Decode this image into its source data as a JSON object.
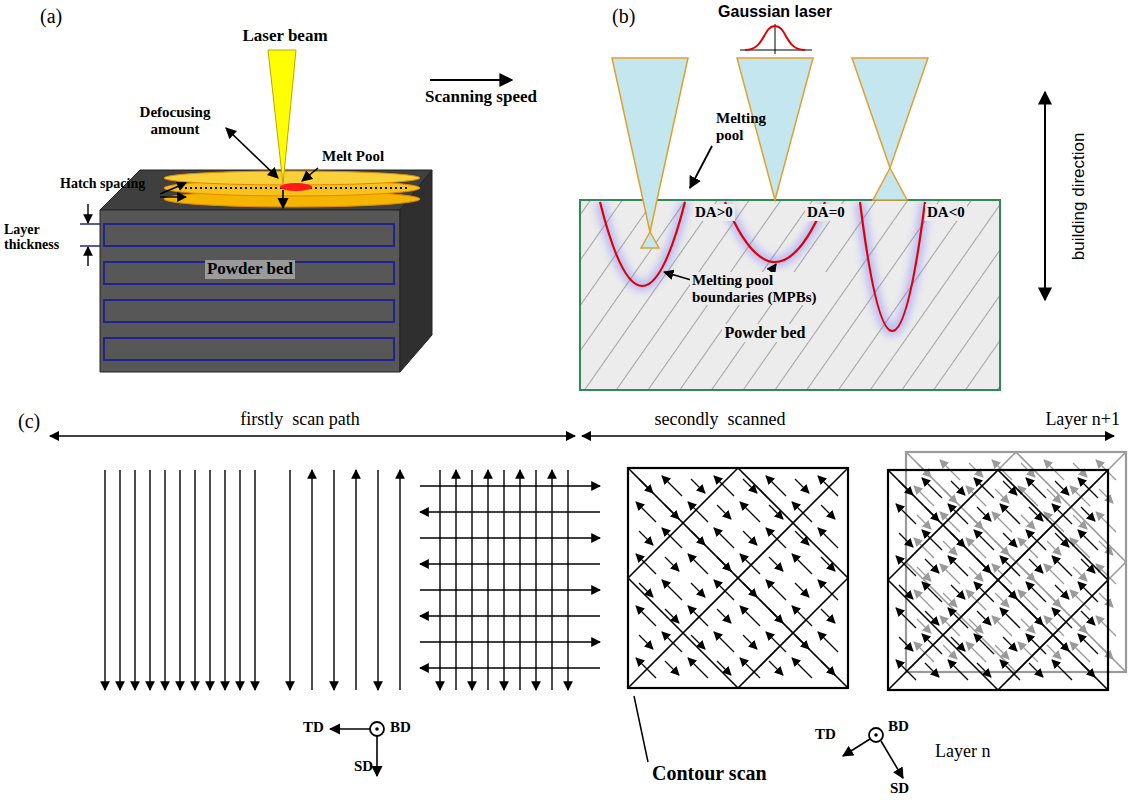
{
  "diagram": {
    "nodes": [
      {
        "text": [
          "Powder bed"
        ]
      },
      {
        "text": [
          "DA>0",
          "DA=0",
          "DA<0",
          "Melting pool boundaries (MPBs)",
          "Powder bed"
        ]
      }
    ],
    "labels": [
      "(a)",
      "(b)",
      "(c)",
      "Laser beam",
      "Scanning speed",
      "Defocusing amount",
      "Melt Pool",
      "Hatch spacing",
      "Layer thickness",
      "Gaussian laser",
      "Melting pool",
      "building direction",
      "firstly  scan path",
      "secondly  scanned",
      "Layer n+1",
      "TD",
      "BD",
      "SD",
      "Contour scan",
      "TD",
      "BD",
      "Layer n",
      "SD"
    ]
  }
}
